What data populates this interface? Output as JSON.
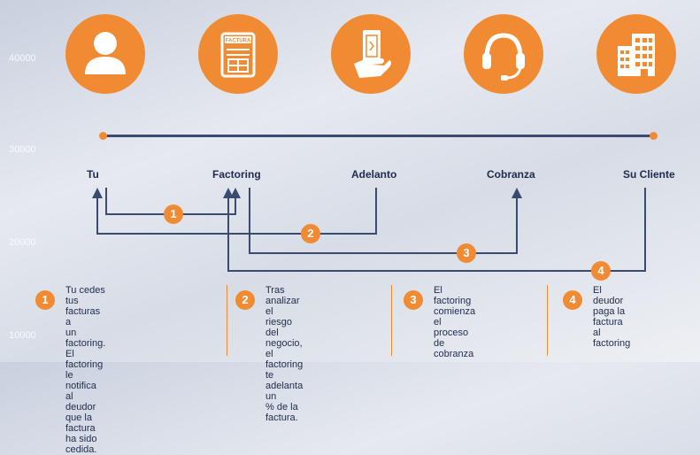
{
  "background_numbers": [
    "40000",
    "30000",
    "20000",
    "10000"
  ],
  "actors": [
    {
      "label": "Tu",
      "icon": "person-icon"
    },
    {
      "label": "Factoring",
      "icon": "invoice-icon",
      "icon_text": "FACTURA"
    },
    {
      "label": "Adelanto",
      "icon": "cash-hand-icon"
    },
    {
      "label": "Cobranza",
      "icon": "headset-icon"
    },
    {
      "label": "Su Cliente",
      "icon": "building-icon"
    }
  ],
  "flow_badges": [
    "1",
    "2",
    "3",
    "4"
  ],
  "steps": [
    {
      "number": "1",
      "text": "Tu cedes tus facturas a\nun factoring.\nEl factoring le notifica\nal deudor que la\nfactura ha sido cedida."
    },
    {
      "number": "2",
      "text": "Tras analizar el\nriesgo del negocio,\nel factoring\nte adelanta un\n% de la factura."
    },
    {
      "number": "3",
      "text": "El factoring\ncomienza el\nproceso de\ncobranza"
    },
    {
      "number": "4",
      "text": "El deudor\npaga la\nfactura\nal factoring"
    }
  ],
  "colors": {
    "accent": "#f08b33",
    "line": "#3a4a70",
    "text": "#1e2b4d"
  }
}
